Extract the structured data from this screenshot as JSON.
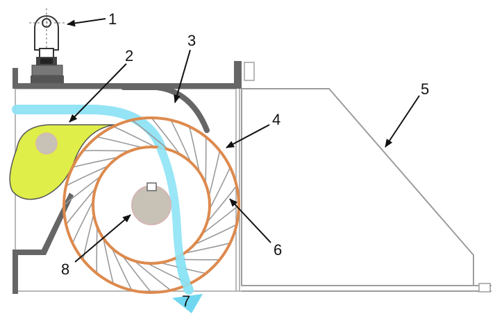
{
  "diagram": {
    "callouts": [
      {
        "label": "1",
        "part": "eye-bolt-mount"
      },
      {
        "label": "2",
        "part": "guide-vane"
      },
      {
        "label": "3",
        "part": "curved-housing-plate"
      },
      {
        "label": "4",
        "part": "runner-outer-ring"
      },
      {
        "label": "5",
        "part": "outlet-housing"
      },
      {
        "label": "6",
        "part": "runner-blade"
      },
      {
        "label": "7",
        "part": "water-flow-arrow"
      },
      {
        "label": "8",
        "part": "shaft"
      }
    ],
    "colors": {
      "housing": "#666666",
      "outline": "#999999",
      "guide_vane": "#dfee48",
      "runner": "#dd8a4e",
      "blade": "#9a9a9a",
      "hub": "#c8c1b6",
      "water": "#8ee3f5",
      "arrow": "#111111"
    }
  }
}
